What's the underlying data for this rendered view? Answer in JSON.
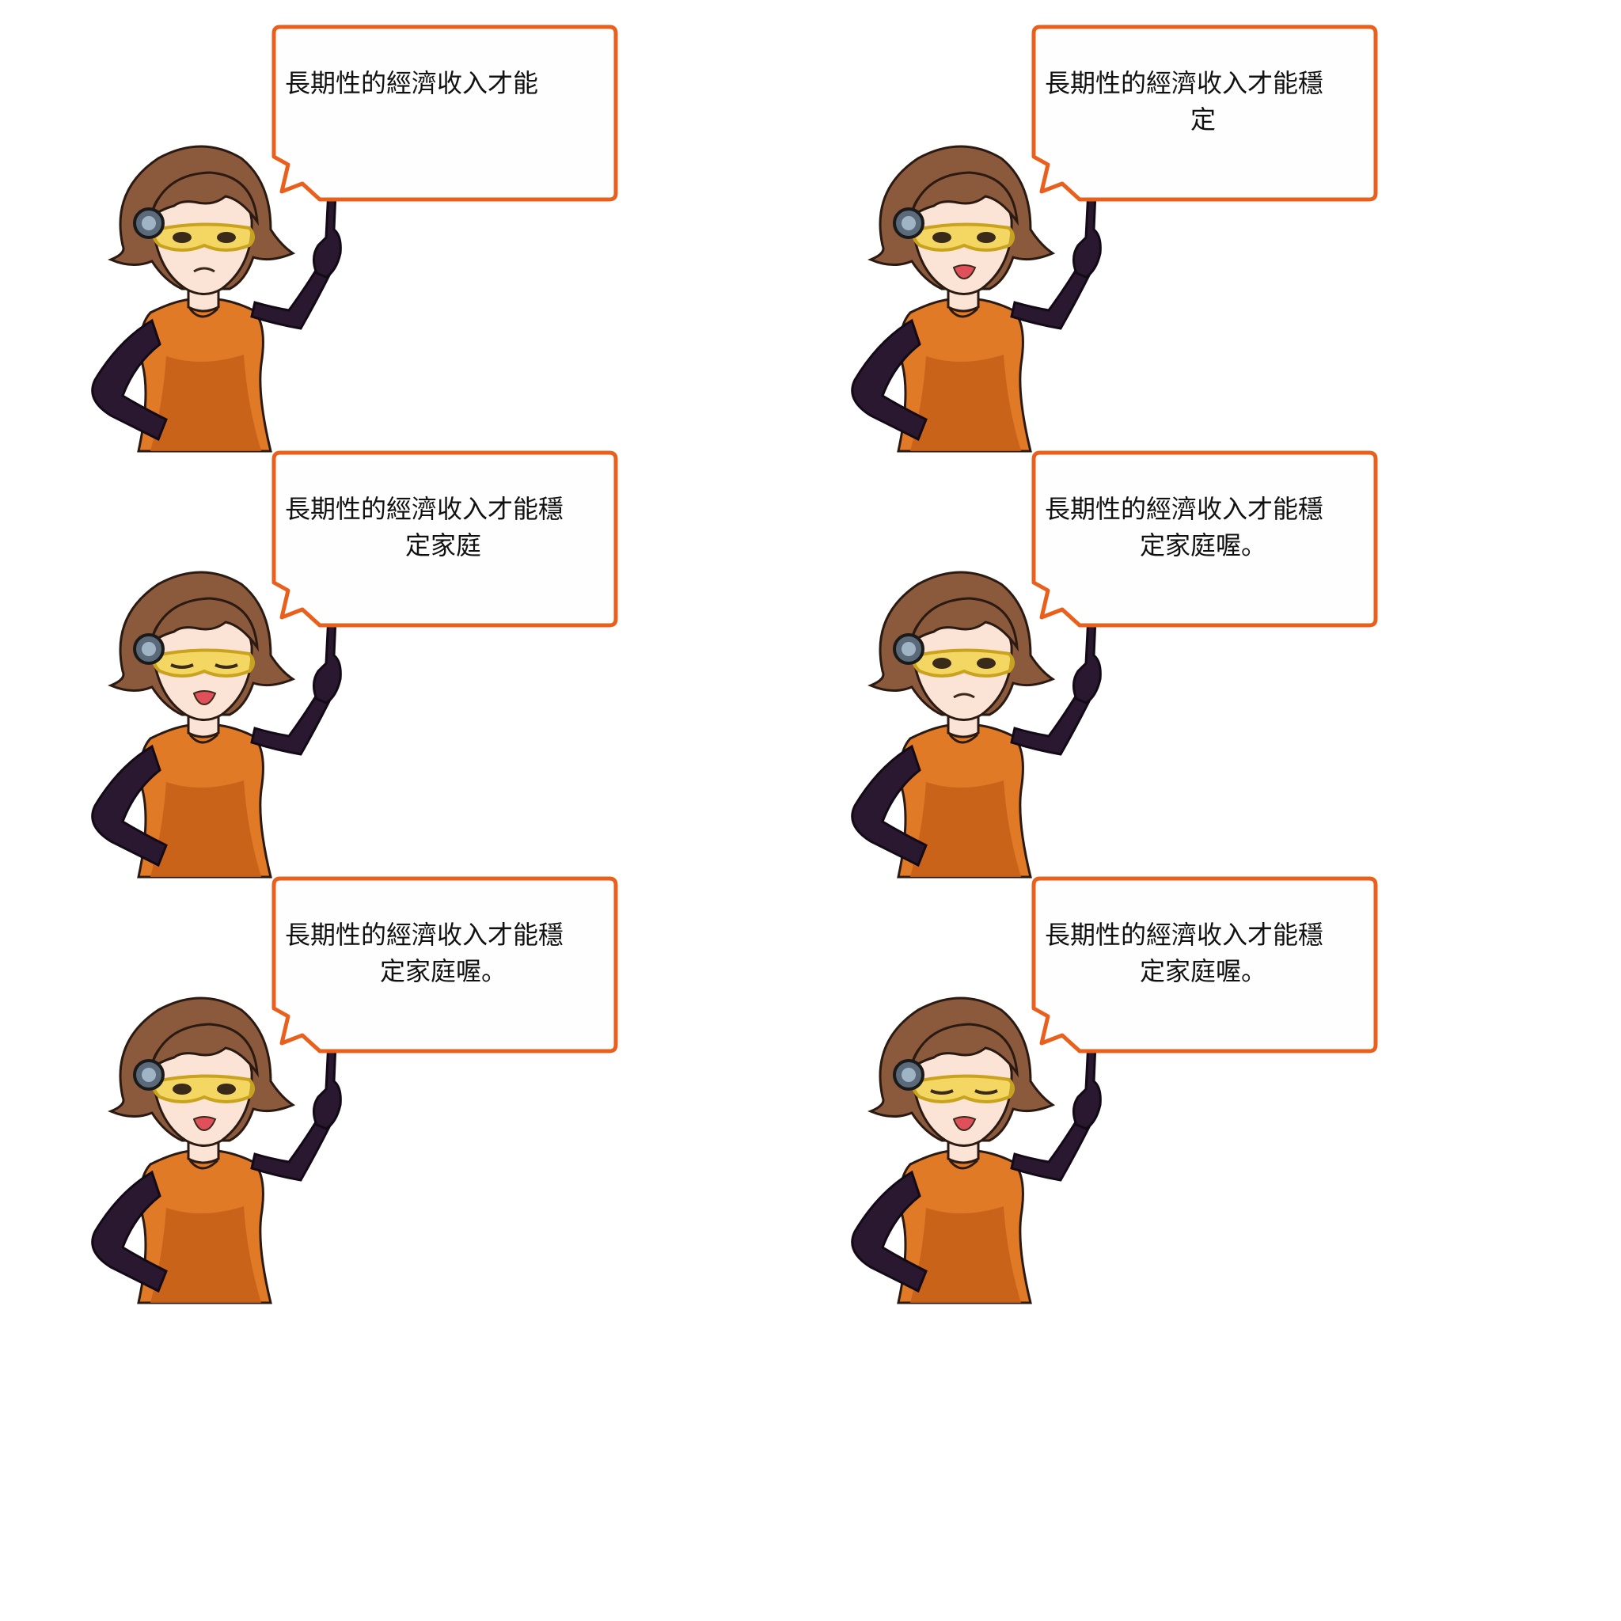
{
  "panels": [
    {
      "line1": "長期性的經濟收入才能",
      "line2": "",
      "expression": "frown"
    },
    {
      "line1": "長期性的經濟收入才能穩",
      "line2": "定",
      "expression": "talk"
    },
    {
      "line1": "長期性的經濟收入才能穩",
      "line2": "定家庭",
      "expression": "eyes-closed-talk"
    },
    {
      "line1": "長期性的經濟收入才能穩",
      "line2": "定家庭喔。",
      "expression": "frown"
    },
    {
      "line1": "長期性的經濟收入才能穩",
      "line2": "定家庭喔。",
      "expression": "talk"
    },
    {
      "line1": "長期性的經濟收入才能穩",
      "line2": "定家庭喔。",
      "expression": "eyes-closed-talk"
    }
  ],
  "colors": {
    "bubble_border": "#e8601c",
    "bubble_fill": "#fefefe",
    "suit": "#e07a26",
    "suit_dark": "#c8601a",
    "glove": "#2a1830",
    "hair": "#8b5a3c",
    "skin": "#fbe3d6",
    "goggles": "#f2d23c"
  }
}
